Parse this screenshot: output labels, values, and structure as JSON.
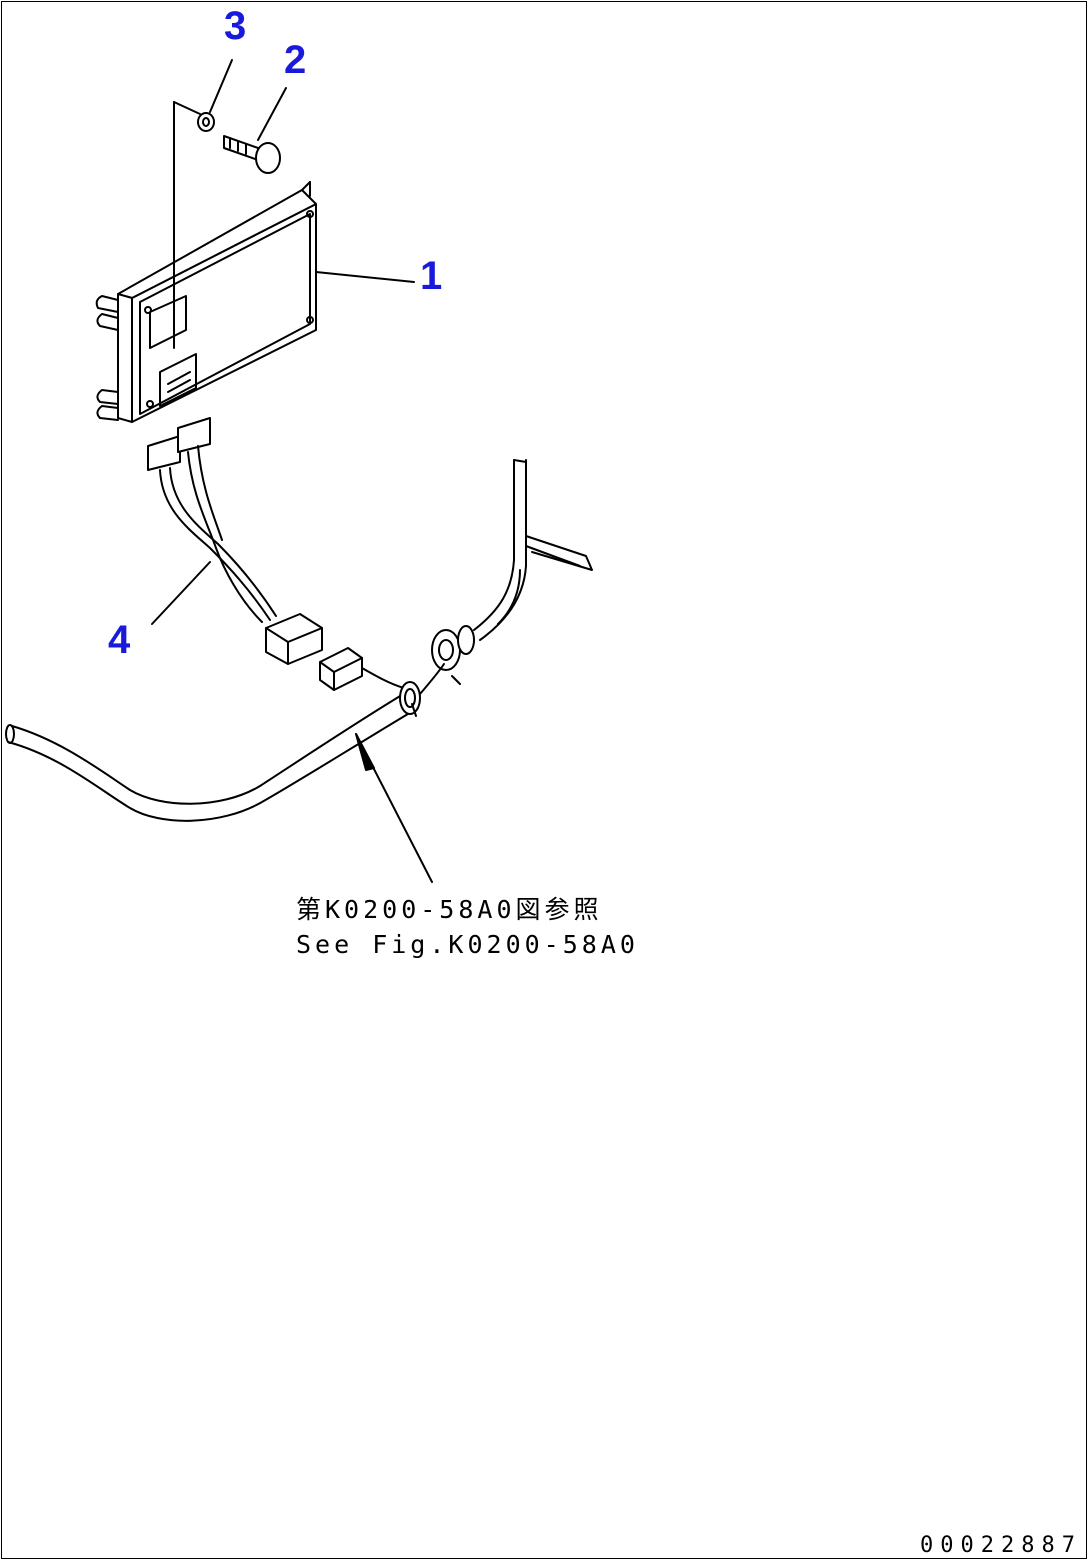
{
  "callouts": {
    "part_1": "1",
    "part_2": "2",
    "part_3": "3",
    "part_4": "4"
  },
  "reference_note": {
    "line_jp": "第K0200-58A0図参照",
    "line_en": "See Fig.K0200-58A0"
  },
  "drawing_id": "00022887",
  "colors": {
    "callout_text": "#1a1adc",
    "line_art": "#000000",
    "background": "#ffffff"
  }
}
